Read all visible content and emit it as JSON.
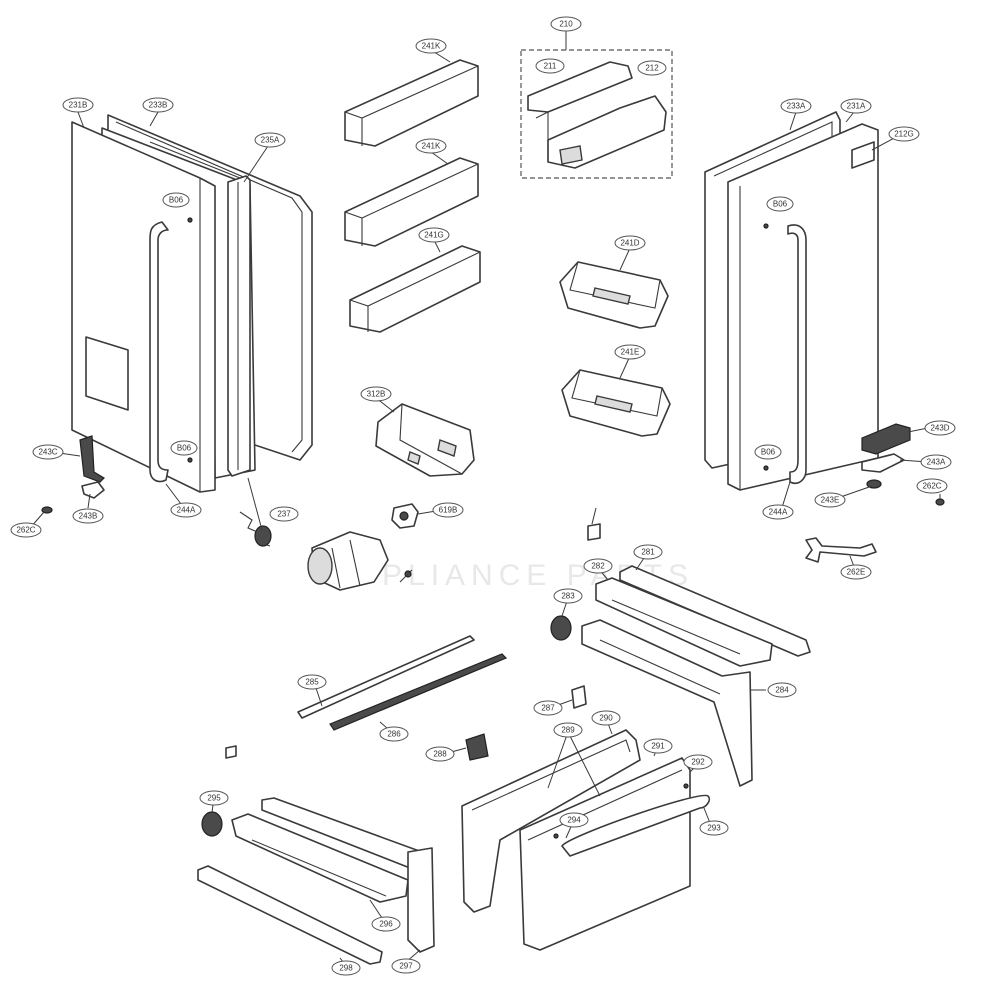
{
  "diagram": {
    "watermark": "APPLIANCE PARTS",
    "callouts": {
      "c_231b": "231B",
      "c_233b": "233B",
      "c_235a": "235A",
      "c_b06_l1": "B06",
      "c_b06_l2": "B06",
      "c_243c": "243C",
      "c_243b": "243B",
      "c_262c_l": "262C",
      "c_244a_l": "244A",
      "c_241k_1": "241K",
      "c_241k_2": "241K",
      "c_241g": "241G",
      "c_210": "210",
      "c_211": "211",
      "c_212": "212",
      "c_241d": "241D",
      "c_241e": "241E",
      "c_312b": "312B",
      "c_619b": "619B",
      "c_237": "237",
      "c_233a": "233A",
      "c_231a": "231A",
      "c_212g": "212G",
      "c_b06_r1": "B06",
      "c_b06_r2": "B06",
      "c_243d": "243D",
      "c_243a": "243A",
      "c_243e": "243E",
      "c_262c_r": "262C",
      "c_244a_r": "244A",
      "c_262e": "262E",
      "c_rail_top": "281",
      "c_rail_a": "282",
      "c_gear_a": "283",
      "c_bracket_r": "284",
      "c_seal_1": "285",
      "c_seal_2": "286",
      "c_clip": "287",
      "c_clip_b": "288",
      "c_gasket_d": "289",
      "c_door_d": "290",
      "c_door_d2": "291",
      "c_handle_d": "292",
      "c_handle_d2": "293",
      "c_bolt_d": "294",
      "c_gear_b": "295",
      "c_rail_bl": "296",
      "c_bracket_l": "297",
      "c_rail_bot": "298"
    }
  }
}
